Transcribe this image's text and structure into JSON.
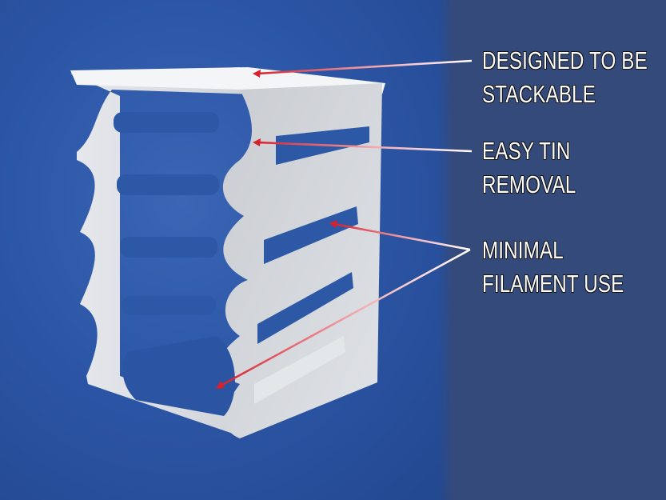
{
  "image": {
    "subject": "white 3D-printed stackable tin holder rack on blue background",
    "colors": {
      "background_blue": "#2c56a6",
      "panel_navy": "#344a7a",
      "object_white": "#e9ecef",
      "arrow_red": "#d8202a",
      "label_text": "#ffffff"
    }
  },
  "annotations": [
    {
      "id": "stackable",
      "line1": "DESIGNED TO BE",
      "line2": "STACKABLE"
    },
    {
      "id": "tin-removal",
      "line1": "EASY TIN",
      "line2": "REMOVAL"
    },
    {
      "id": "filament",
      "line1": "MINIMAL",
      "line2": "FILAMENT USE"
    }
  ]
}
